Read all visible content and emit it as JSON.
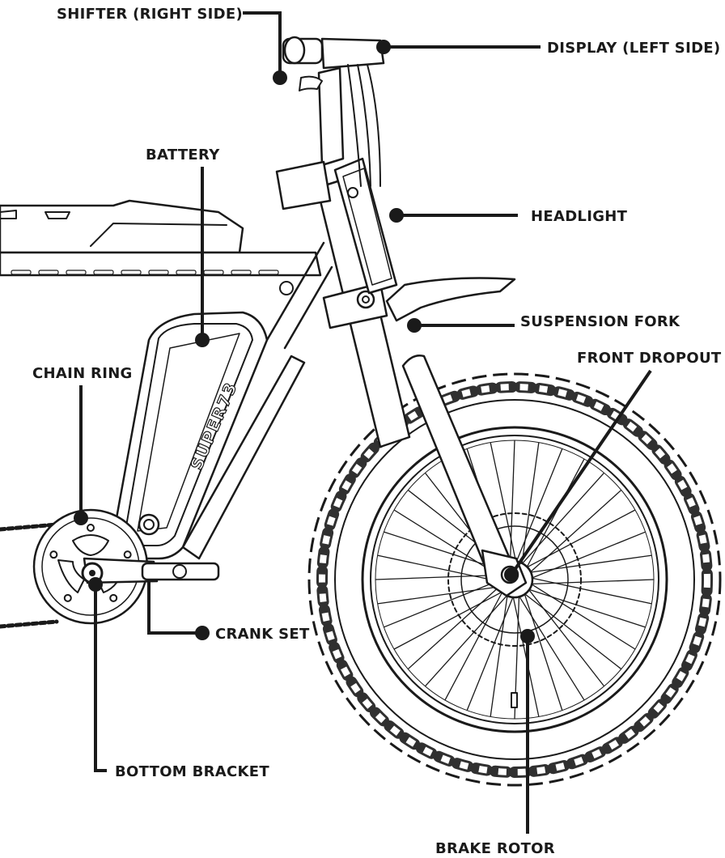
{
  "labels": {
    "shifter": "SHIFTER (RIGHT SIDE)",
    "display": "DISPLAY (LEFT SIDE)",
    "battery": "BATTERY",
    "headlight": "HEADLIGHT",
    "suspension_fork": "SUSPENSION FORK",
    "front_dropout": "FRONT DROPOUT",
    "chain_ring": "CHAIN RING",
    "crank_set": "CRANK SET",
    "bottom_bracket": "BOTTOM BRACKET",
    "brake_rotor": "BRAKE ROTOR"
  },
  "frame_logo_text": "SUPER73",
  "colors": {
    "ink": "#1a1a1a",
    "background": "#ffffff"
  }
}
